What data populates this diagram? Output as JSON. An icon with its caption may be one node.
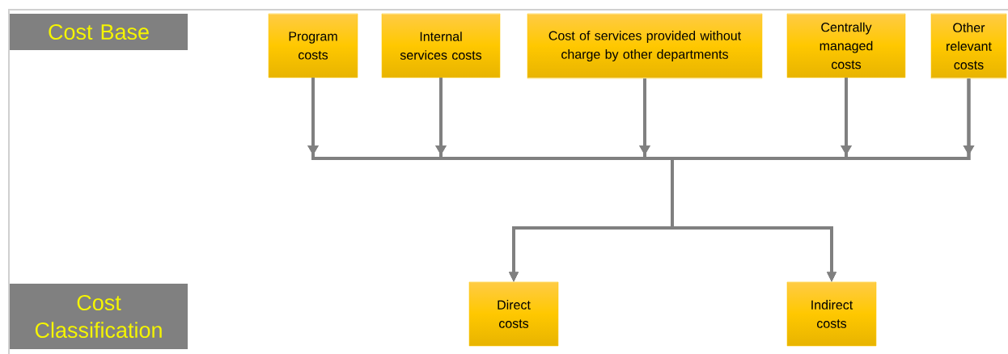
{
  "diagram": {
    "nodes": [
      {
        "text": [
          "Cost Base"
        ]
      },
      {
        "text": [
          "Program costs"
        ]
      },
      {
        "text": [
          "Internal services costs"
        ]
      },
      {
        "text": [
          "Cost of services provided without charge by other departments"
        ]
      },
      {
        "text": [
          "Centrally managed costs"
        ]
      },
      {
        "text": [
          "Other relevant costs"
        ]
      },
      {
        "text": [
          "Cost Classification"
        ]
      },
      {
        "text": [
          "Direct costs"
        ]
      },
      {
        "text": [
          "Indirect costs"
        ]
      }
    ],
    "edges": [
      {
        "from": 1,
        "to": 7,
        "arrow": "to"
      },
      {
        "from": 1,
        "to": 8,
        "arrow": "to"
      },
      {
        "from": 2,
        "to": 7,
        "arrow": "to"
      },
      {
        "from": 2,
        "to": 8,
        "arrow": "to"
      },
      {
        "from": 3,
        "to": 7,
        "arrow": "to"
      },
      {
        "from": 3,
        "to": 8,
        "arrow": "to"
      },
      {
        "from": 4,
        "to": 7,
        "arrow": "to"
      },
      {
        "from": 4,
        "to": 8,
        "arrow": "to"
      },
      {
        "from": 5,
        "to": 7,
        "arrow": "to"
      },
      {
        "from": 5,
        "to": 8,
        "arrow": "to"
      }
    ]
  }
}
